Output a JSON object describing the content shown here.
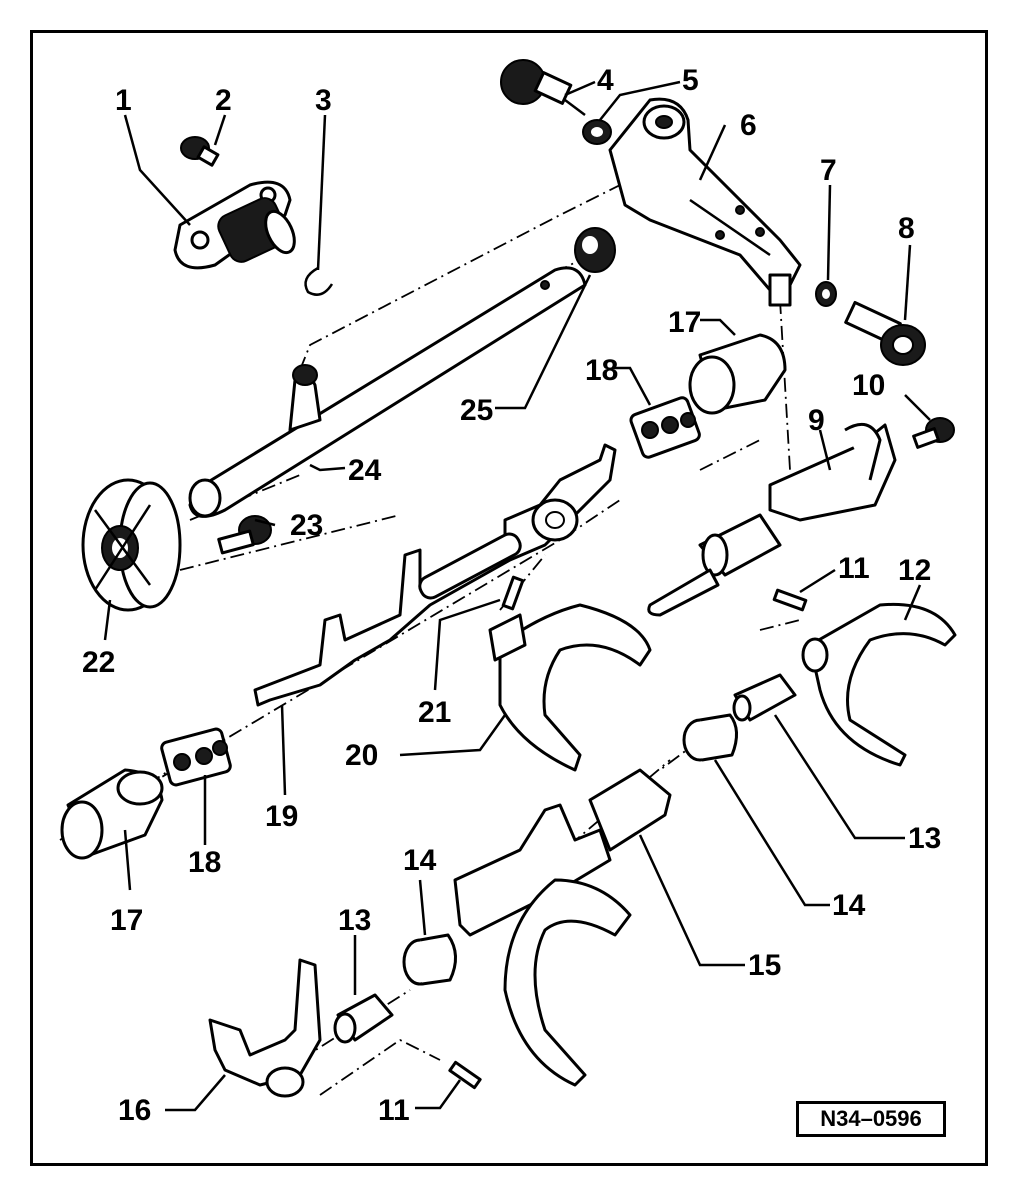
{
  "diagram": {
    "reference_code": "N34–0596",
    "callouts": {
      "c1": "1",
      "c2": "2",
      "c3": "3",
      "c4": "4",
      "c5": "5",
      "c6": "6",
      "c7": "7",
      "c8": "8",
      "c9": "9",
      "c10": "10",
      "c11a": "11",
      "c11b": "11",
      "c12": "12",
      "c13a": "13",
      "c13b": "13",
      "c14a": "14",
      "c14b": "14",
      "c15": "15",
      "c16": "16",
      "c17a": "17",
      "c17b": "17",
      "c18a": "18",
      "c18b": "18",
      "c19": "19",
      "c20": "20",
      "c21": "21",
      "c22": "22",
      "c23": "23",
      "c24": "24",
      "c25": "25"
    }
  }
}
